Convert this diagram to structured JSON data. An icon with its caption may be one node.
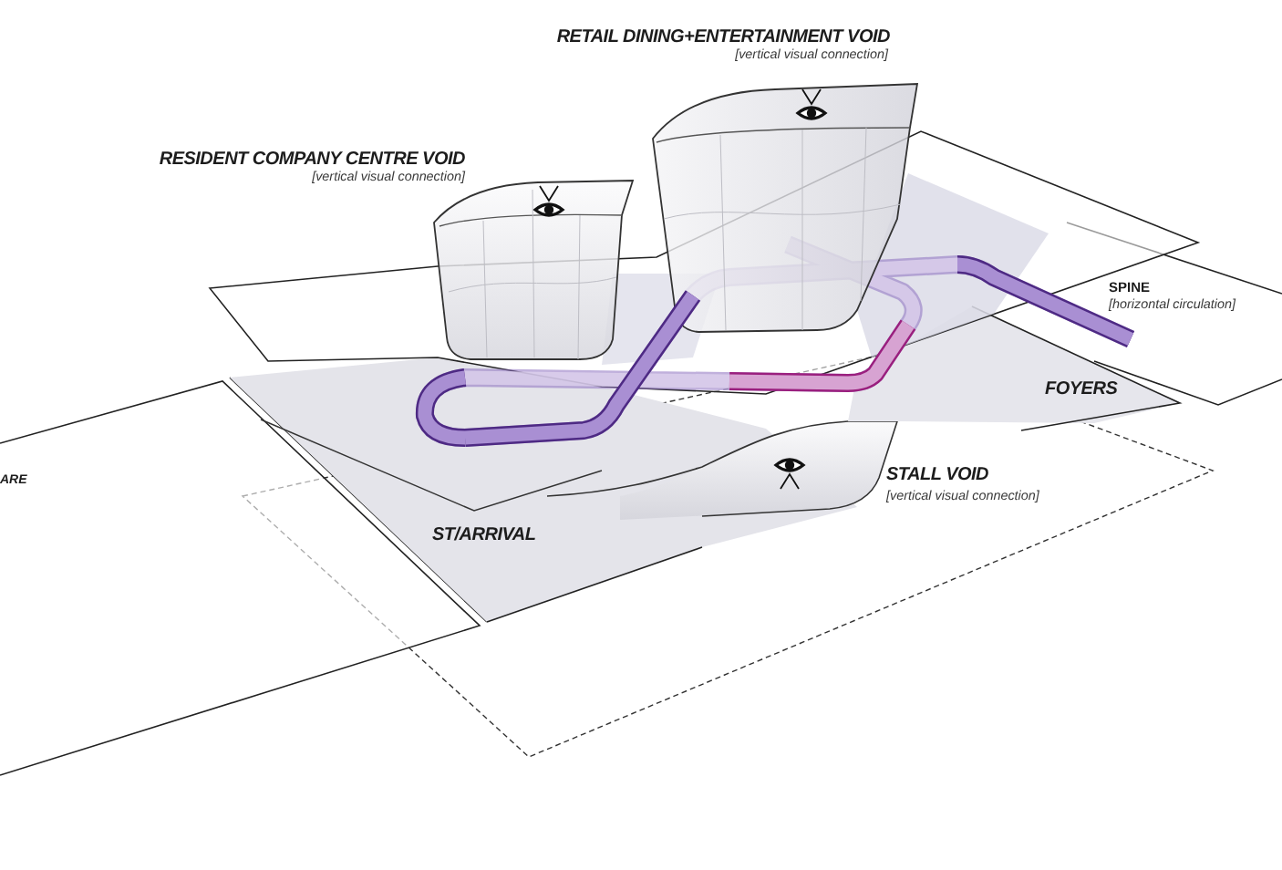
{
  "diagram": {
    "labels": [
      "RETAIL DINING+ENTERTAINMENT VOID",
      "[vertical visual connection]",
      "RESIDENT COMPANY CENTRE VOID",
      "[vertical visual connection]",
      "SPINE",
      "[horizontal circulation]",
      "FOYERS",
      "ARE",
      "STALL VOID",
      "[vertical visual connection]",
      "ST/ARRIVAL"
    ]
  }
}
